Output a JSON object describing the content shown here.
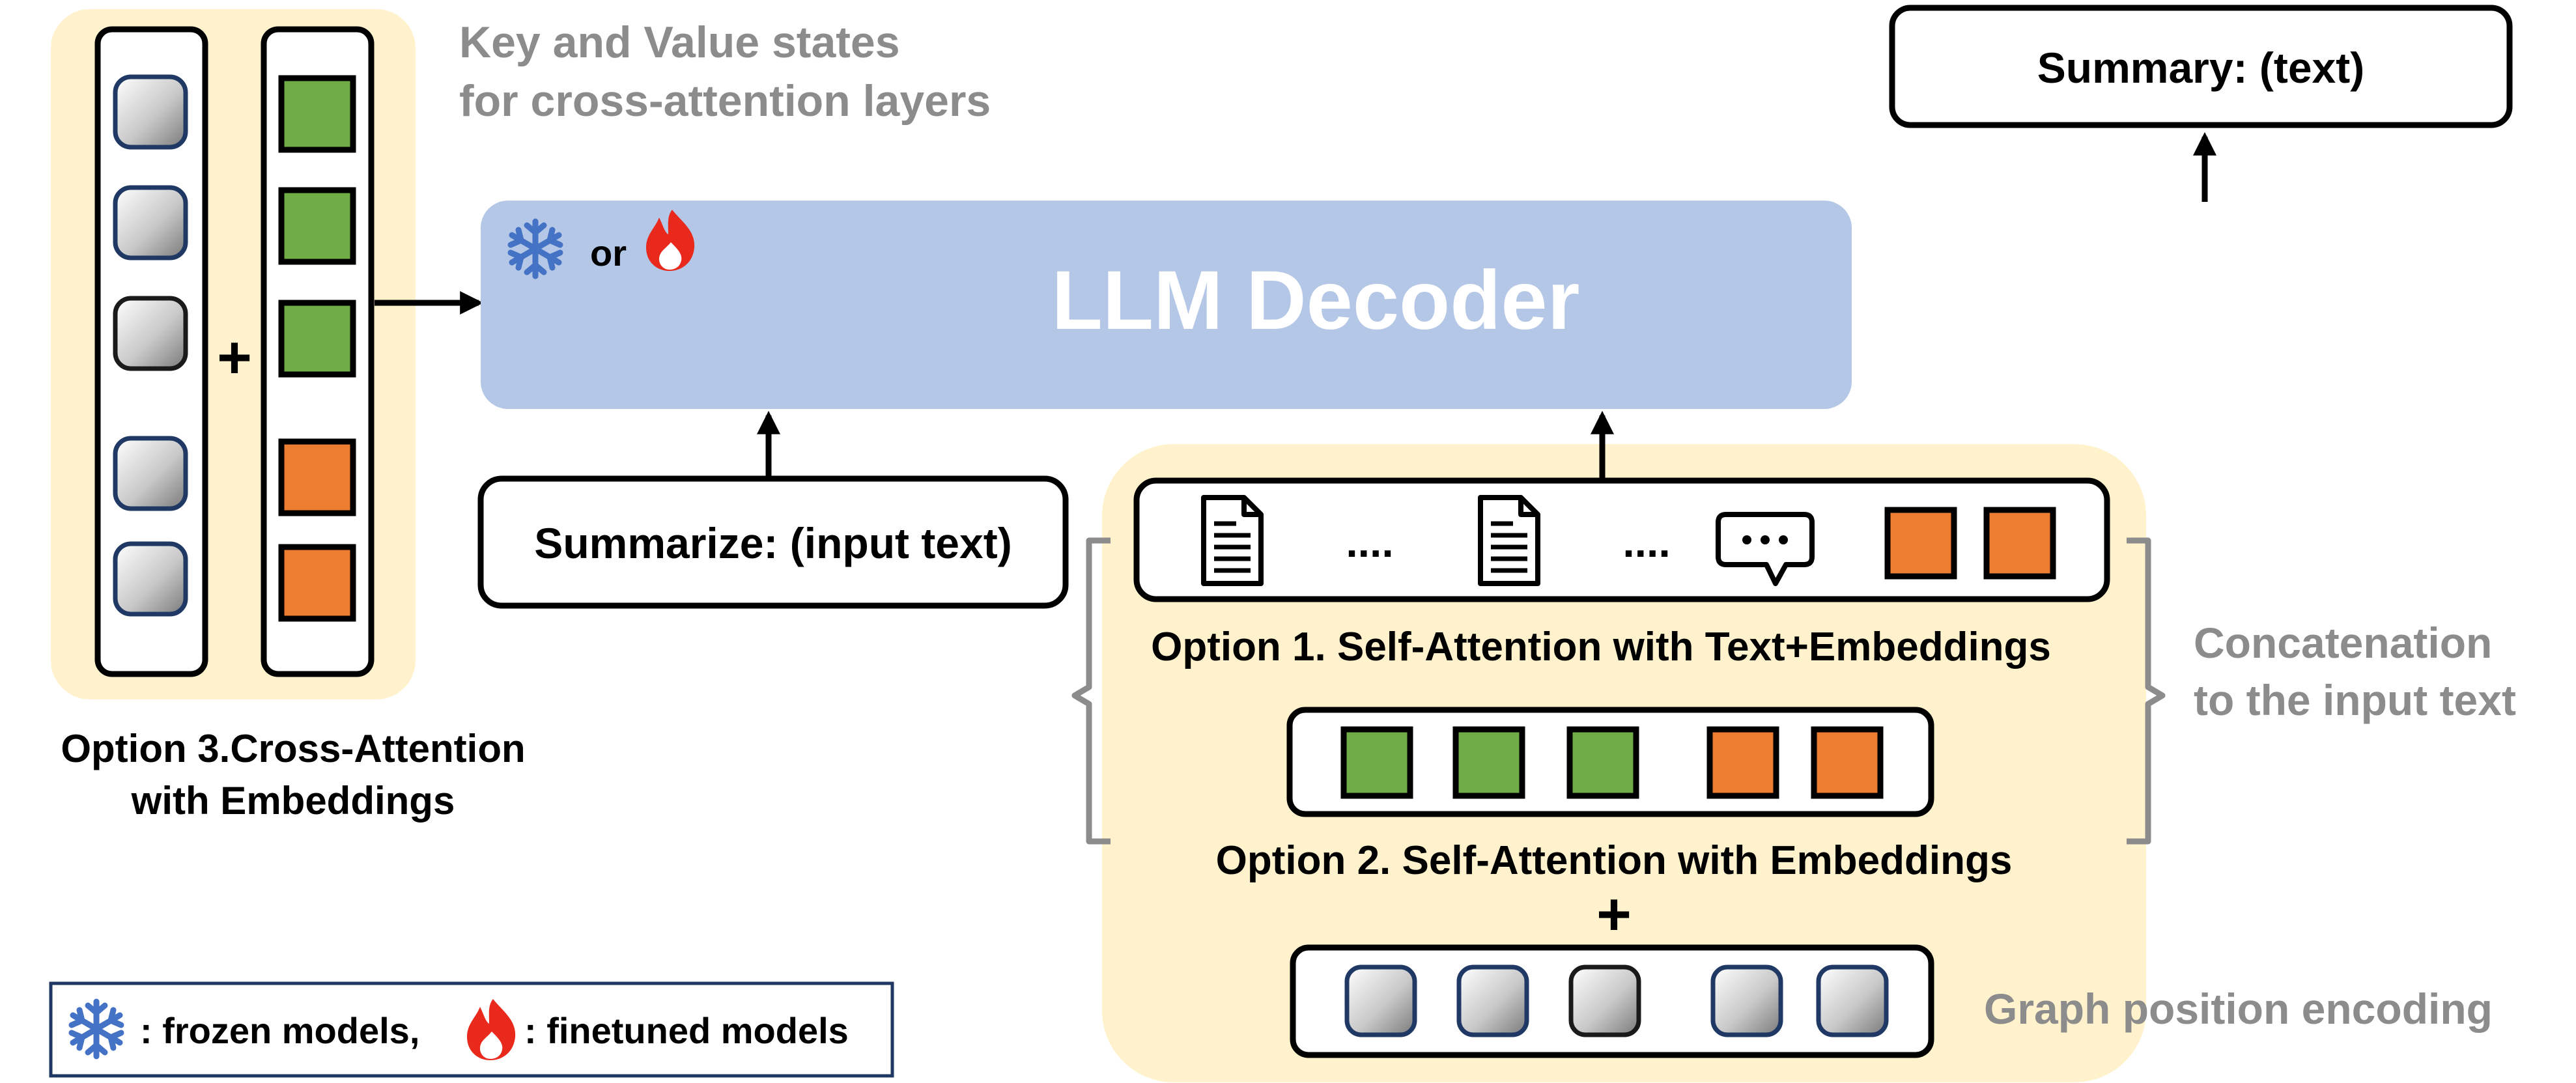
{
  "kv_caption": [
    "Key and Value states",
    "for cross-attention layers"
  ],
  "summary_output": "Summary: (text)",
  "decoder": {
    "title": "LLM Decoder",
    "or_word": "or"
  },
  "prompt_input": "Summarize: (input text)",
  "dots": "....",
  "option1": "Option 1. Self-Attention with Text+Embeddings",
  "option2": "Option 2. Self-Attention with Embeddings",
  "option3": [
    "Option 3.Cross-Attention",
    "with Embeddings"
  ],
  "concat_caption": [
    "Concatenation",
    "to the input text"
  ],
  "plus_sign": "+",
  "graph_pe": "Graph position encoding",
  "legend": {
    "frozen": ": frozen models,",
    "finetuned": ": finetuned models"
  },
  "colors": {
    "decoder_fill": "#b4c7e7",
    "option_panel": "#fff2cc",
    "embed_green": "#70ad47",
    "embed_orange": "#ed7d31",
    "caption_gray": "#8c8c8c",
    "snowflake_blue": "#4472c4",
    "flame_red": "#e8291c"
  },
  "icons": [
    "snowflake-icon",
    "flame-icon",
    "document-icon",
    "chat-bubble-icon"
  ]
}
